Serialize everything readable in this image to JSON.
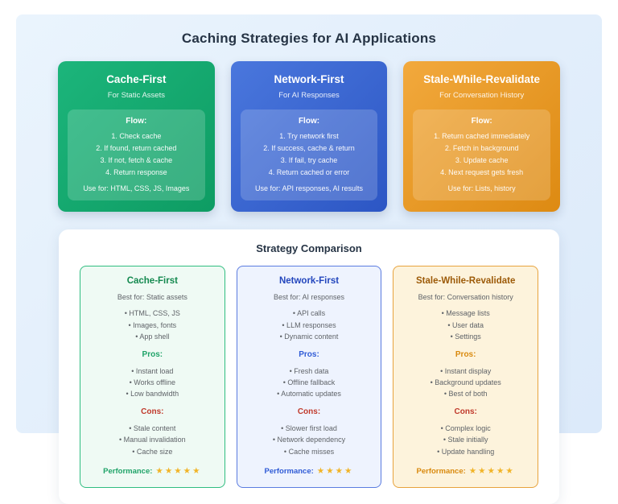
{
  "page": {
    "title": "Caching Strategies for AI Applications"
  },
  "colors": {
    "background": "#e4effb",
    "card_green": "#14a56d",
    "card_blue": "#3a66d0",
    "card_orange": "#e79927",
    "cons_red": "#c0392b",
    "star_gold": "#f1b427"
  },
  "strategy_cards": [
    {
      "name": "Cache-First",
      "subtitle": "For Static Assets",
      "flow_label": "Flow:",
      "steps": [
        "1. Check cache",
        "2. If found, return cached",
        "3. If not, fetch & cache",
        "4. Return response"
      ],
      "use_for": "Use for: HTML, CSS, JS, Images"
    },
    {
      "name": "Network-First",
      "subtitle": "For AI Responses",
      "flow_label": "Flow:",
      "steps": [
        "1. Try network first",
        "2. If success, cache & return",
        "3. If fail, try cache",
        "4. Return cached or error"
      ],
      "use_for": "Use for: API responses, AI results"
    },
    {
      "name": "Stale-While-Revalidate",
      "subtitle": "For Conversation History",
      "flow_label": "Flow:",
      "steps": [
        "1. Return cached immediately",
        "2. Fetch in background",
        "3. Update cache",
        "4. Next request gets fresh"
      ],
      "use_for": "Use for: Lists, history"
    }
  ],
  "comparison": {
    "title": "Strategy Comparison",
    "cards": [
      {
        "name": "Cache-First",
        "best_for": "Best for: Static assets",
        "items": [
          "HTML, CSS, JS",
          "Images, fonts",
          "App shell"
        ],
        "pros_label": "Pros:",
        "pros": [
          "Instant load",
          "Works offline",
          "Low bandwidth"
        ],
        "cons_label": "Cons:",
        "cons": [
          "Stale content",
          "Manual invalidation",
          "Cache size"
        ],
        "performance_label": "Performance:",
        "stars": 5
      },
      {
        "name": "Network-First",
        "best_for": "Best for: AI responses",
        "items": [
          "API calls",
          "LLM responses",
          "Dynamic content"
        ],
        "pros_label": "Pros:",
        "pros": [
          "Fresh data",
          "Offline fallback",
          "Automatic updates"
        ],
        "cons_label": "Cons:",
        "cons": [
          "Slower first load",
          "Network dependency",
          "Cache misses"
        ],
        "performance_label": "Performance:",
        "stars": 4
      },
      {
        "name": "Stale-While-Revalidate",
        "best_for": "Best for: Conversation history",
        "items": [
          "Message lists",
          "User data",
          "Settings"
        ],
        "pros_label": "Pros:",
        "pros": [
          "Instant display",
          "Background updates",
          "Best of both"
        ],
        "cons_label": "Cons:",
        "cons": [
          "Complex logic",
          "Stale initially",
          "Update handling"
        ],
        "performance_label": "Performance:",
        "stars": 5
      }
    ]
  }
}
